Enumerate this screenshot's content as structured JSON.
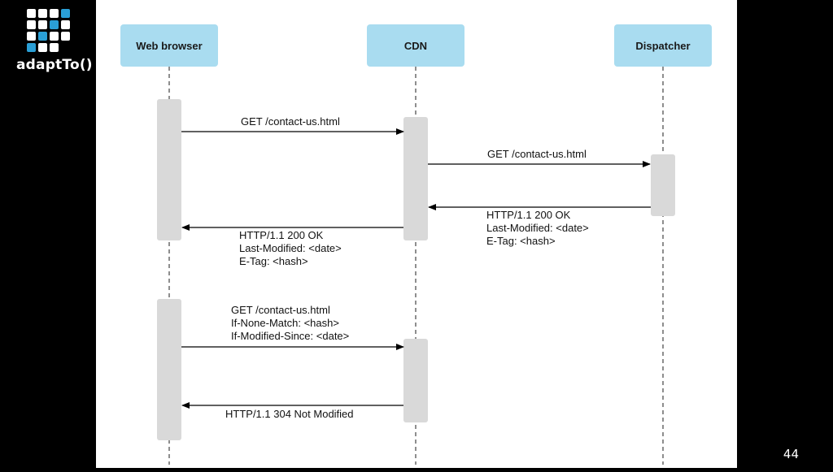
{
  "branding": {
    "logo_text": "adaptTo()"
  },
  "slide": {
    "page_number": "44"
  },
  "colors": {
    "logo_blue": "#2a9fd6",
    "participant_fill": "#a9dcf0",
    "activation_fill": "#d9d9d9",
    "arrow": "#000000",
    "lifeline": "#444444"
  },
  "participants": [
    {
      "id": "browser",
      "label": "Web browser"
    },
    {
      "id": "cdn",
      "label": "CDN"
    },
    {
      "id": "dispatcher",
      "label": "Dispatcher"
    }
  ],
  "messages": [
    {
      "from": "browser",
      "to": "cdn",
      "lines": [
        "GET /contact-us.html"
      ]
    },
    {
      "from": "cdn",
      "to": "dispatcher",
      "lines": [
        "GET /contact-us.html"
      ]
    },
    {
      "from": "dispatcher",
      "to": "cdn",
      "lines": [
        "HTTP/1.1 200 OK",
        "Last-Modified: <date>",
        "E-Tag: <hash>"
      ]
    },
    {
      "from": "cdn",
      "to": "browser",
      "lines": [
        "HTTP/1.1 200 OK",
        "Last-Modified: <date>",
        "E-Tag: <hash>"
      ]
    },
    {
      "from": "browser",
      "to": "cdn",
      "lines": [
        "GET /contact-us.html",
        "If-None-Match: <hash>",
        "If-Modified-Since: <date>"
      ]
    },
    {
      "from": "cdn",
      "to": "browser",
      "lines": [
        "HTTP/1.1 304 Not Modified"
      ]
    }
  ]
}
